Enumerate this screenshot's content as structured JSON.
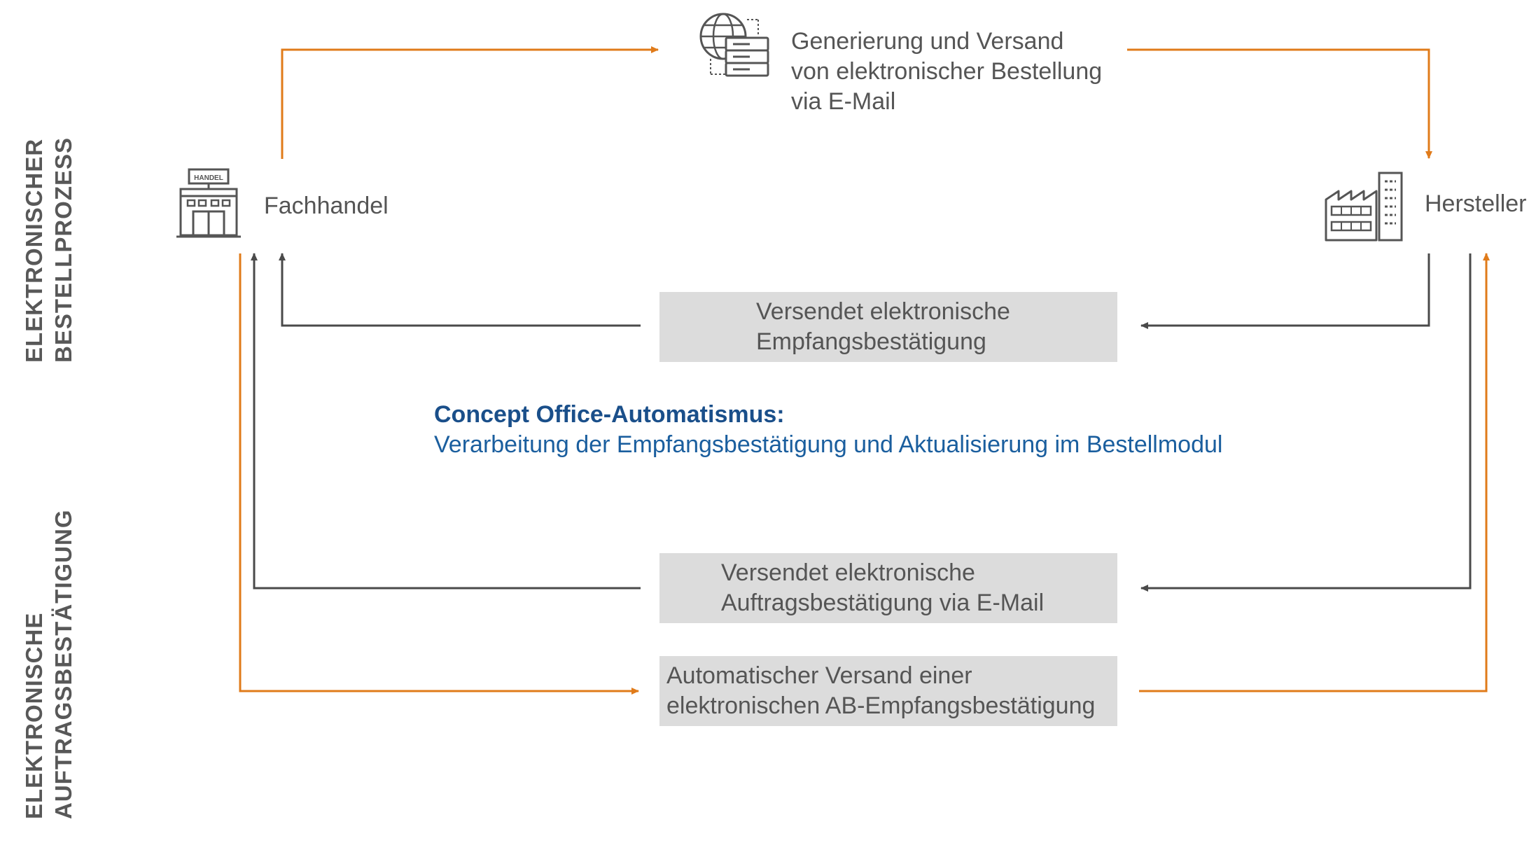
{
  "side_labels": {
    "top": [
      "ELEKTRONISCHER",
      "BESTELLPROZESS"
    ],
    "bottom": [
      "ELEKTRONISCHE",
      "AUFTRAGSBESTÄTIGUNG"
    ]
  },
  "nodes": {
    "left": {
      "label": "Fachhandel",
      "icon": "store-icon",
      "icon_text": "HANDEL"
    },
    "right": {
      "label": "Hersteller",
      "icon": "factory-icon"
    },
    "top_icon": "globe-server-icon"
  },
  "steps": {
    "order": [
      "Generierung und Versand",
      "von elektronischer Bestellung",
      "via E-Mail"
    ],
    "receipt_confirmation": [
      "Versendet elektronische",
      "Empfangsbestätigung"
    ],
    "order_confirmation": [
      "Versendet elektronische",
      "Auftragsbestätigung via E-Mail"
    ],
    "ab_receipt": [
      "Automatischer Versand einer",
      "elektronischen AB-Empfangsbestätigung"
    ]
  },
  "automation": {
    "title": "Concept Office-Automatismus:",
    "text": "Verarbeitung der Empfangsbestätigung und Aktualisierung im Bestellmodul"
  },
  "colors": {
    "orange": "#e07b1a",
    "dark_line": "#4a4a4a",
    "blue_text": "#1a5e9e",
    "box_fill": "#dcdcdc"
  }
}
